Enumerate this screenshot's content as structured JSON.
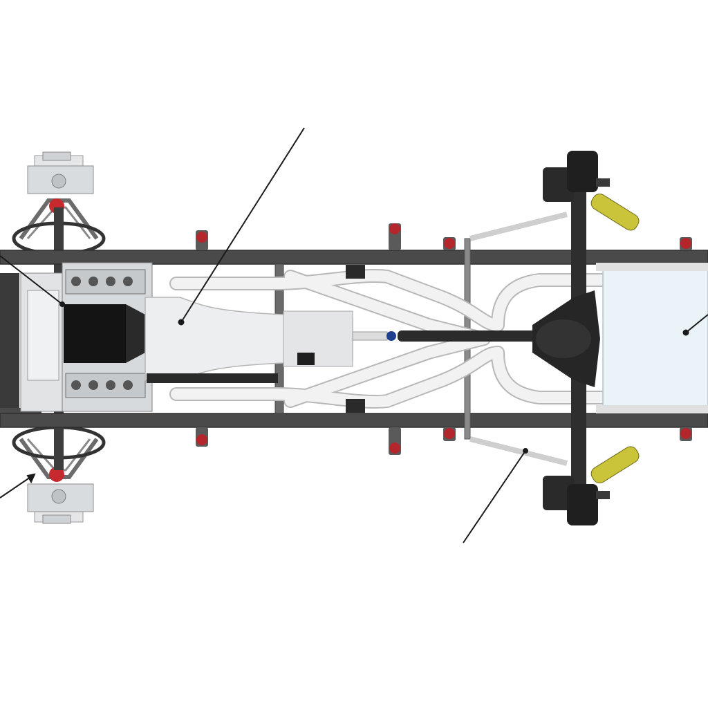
{
  "figure": {
    "subject": "chassis",
    "view": "top-down",
    "colors": {
      "background": "#ffffff",
      "frame_rail": "#4a4a4a",
      "frame_rail_edge": "#2e2e2e",
      "mount_red": "#b3262b",
      "engine_block": "#d7dadd",
      "engine_dark": "#141414",
      "exhaust_pipe": "#f2f2f2",
      "exhaust_edge": "#b8b8b8",
      "driveshaft": "#2b2b2b",
      "axle_dark": "#262626",
      "coilover_yellow": "#c9c43a",
      "fuel_tank": "#eaf4f8",
      "leader_line": "#1a1a1a"
    },
    "parts": [
      {
        "id": "front-suspension-left",
        "icon": "front-suspension"
      },
      {
        "id": "engine",
        "icon": "v8-engine"
      },
      {
        "id": "transmission",
        "icon": "transmission"
      },
      {
        "id": "driveshaft",
        "icon": "driveshaft"
      },
      {
        "id": "exhaust",
        "icon": "exhaust-x-pipe"
      },
      {
        "id": "rear-axle",
        "icon": "rear-axle"
      },
      {
        "id": "fuel-tank",
        "icon": "fuel-tank"
      }
    ],
    "callouts": [
      {
        "id": "callout-front-left-upper"
      },
      {
        "id": "callout-front-left-lower"
      },
      {
        "id": "callout-transmission"
      },
      {
        "id": "callout-rear-link"
      },
      {
        "id": "callout-fuel-tank"
      }
    ]
  }
}
